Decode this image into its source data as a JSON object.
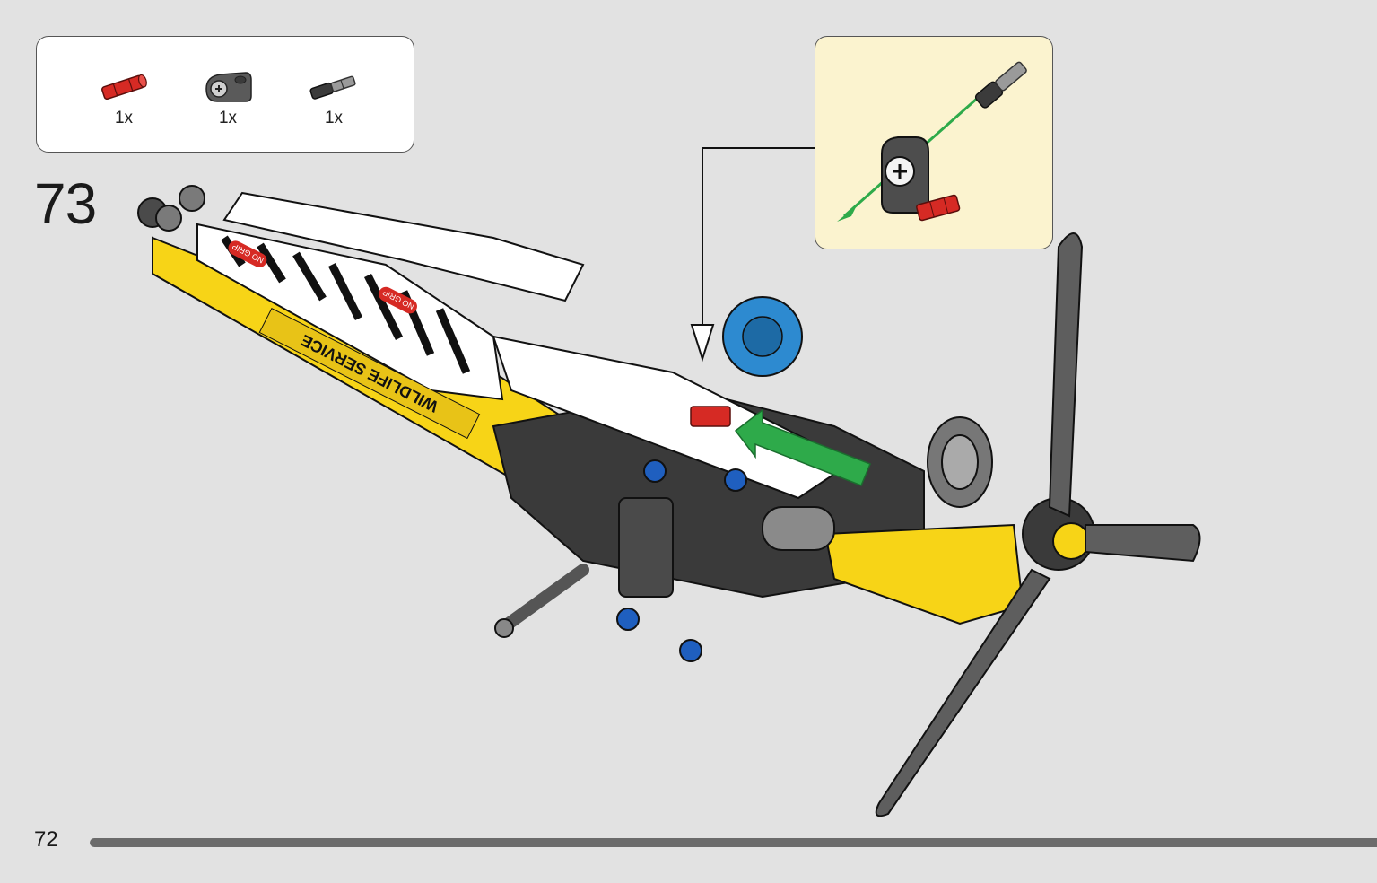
{
  "step": {
    "number": "73"
  },
  "parts_list": [
    {
      "name": "red axle pin",
      "color": "#d62a24",
      "quantity": "1x"
    },
    {
      "name": "dark grey pin connector",
      "color": "#5a5a5a",
      "quantity": "1x"
    },
    {
      "name": "grey axle pin",
      "color": "#8f8f8f",
      "quantity": "1x"
    }
  ],
  "callout": {
    "arrow_color": "#2eaa4a",
    "parts": [
      "red axle pin",
      "dark grey pin connector",
      "grey axle pin"
    ]
  },
  "model": {
    "decal_text": "WILDLIFE SERVICE",
    "warning_text": "NO GRIP",
    "insert_arrow_color": "#2eaa4a"
  },
  "page": {
    "number": "72"
  },
  "colors": {
    "background": "#e2e2e2",
    "callout_bg": "#fbf3cf",
    "progress": "#6b6b6b"
  }
}
